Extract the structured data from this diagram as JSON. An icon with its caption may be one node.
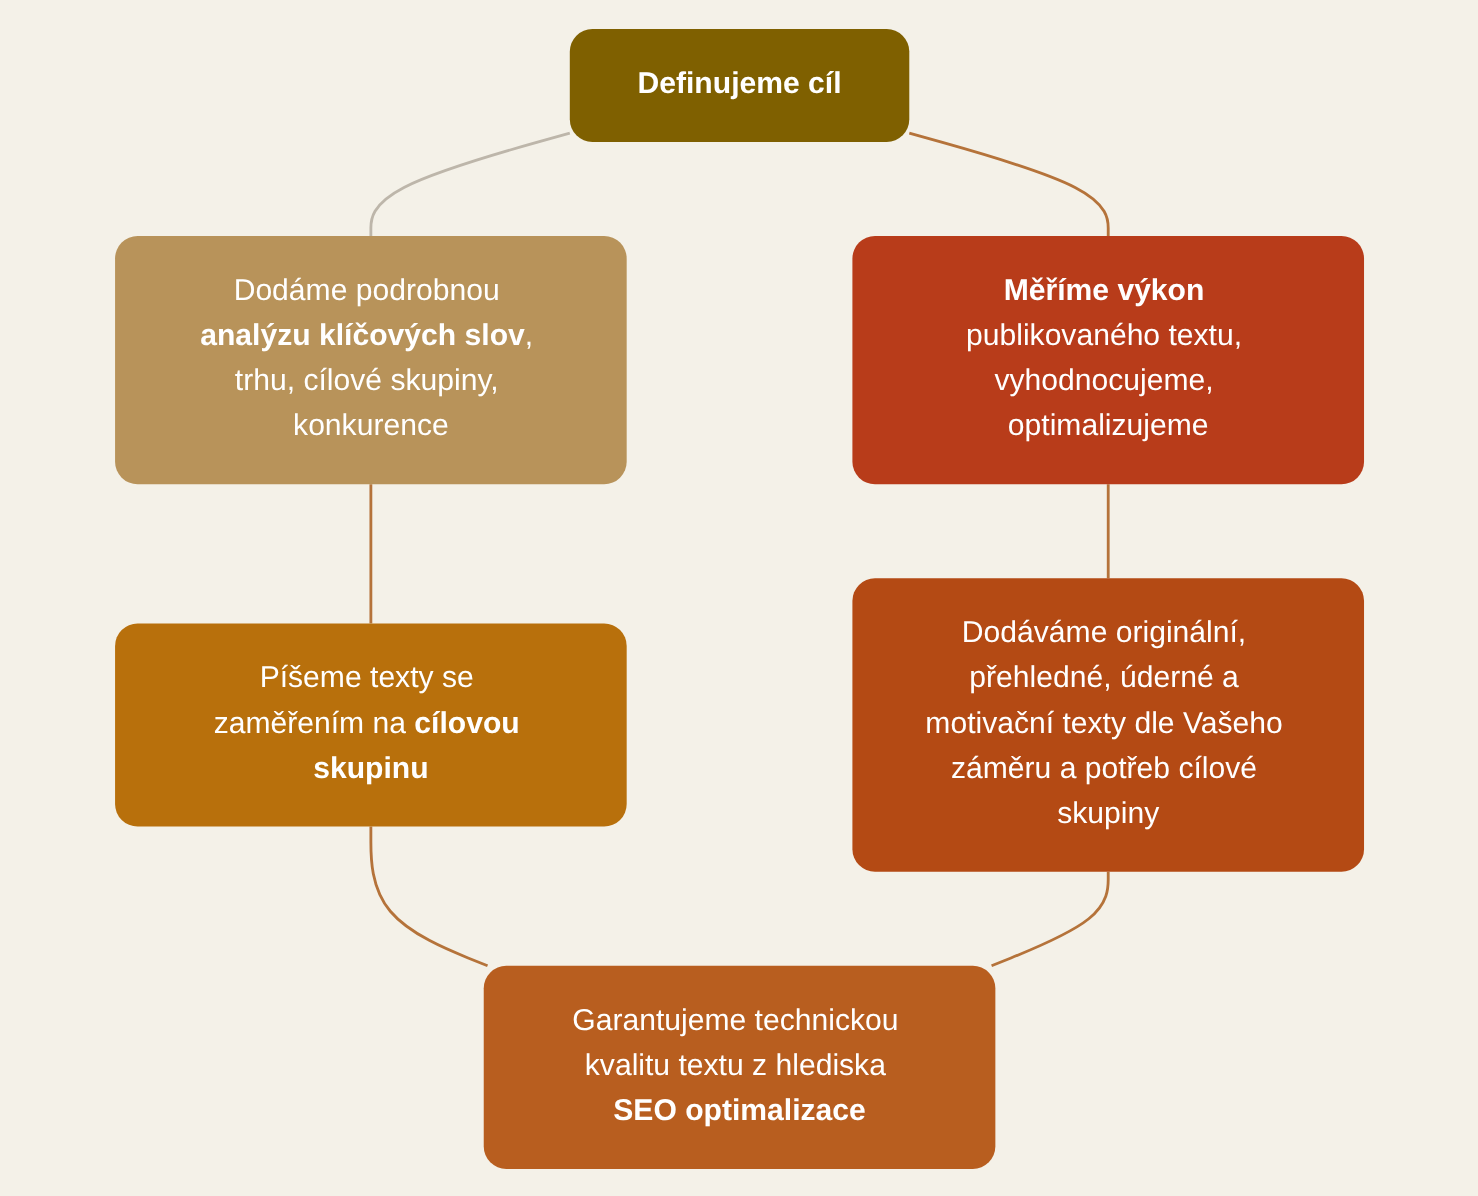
{
  "diagram": {
    "nodes": [
      {
        "text": [
          "Definujeme cíl"
        ]
      },
      {
        "text": [
          "Dodáme podrobnou **analýzu klíčových slov**, trhu, cílové skupiny, konkurence"
        ]
      },
      {
        "text": [
          "Píšeme texty se zaměřením na **cílovou skupinu**"
        ]
      },
      {
        "text": [
          "Garantujeme technickou kvalitu textu z hlediska **SEO optimalizace**"
        ]
      },
      {
        "text": [
          "Dodáváme originální, přehledné, úderné a motivační texty dle Vašeho záměru a potřeb cílové skupiny"
        ]
      },
      {
        "text": [
          "**Měříme výkon** publikovaného textu, vyhodnocujeme, optimalizujeme"
        ]
      }
    ],
    "edges": [
      {
        "from": 0,
        "to": 1,
        "arrow": "none",
        "color": "#bdb6aa"
      },
      {
        "from": 1,
        "to": 2,
        "arrow": "none"
      },
      {
        "from": 2,
        "to": 3,
        "arrow": "none"
      },
      {
        "from": 0,
        "to": 5,
        "arrow": "none"
      },
      {
        "from": 5,
        "to": 4,
        "arrow": "none"
      },
      {
        "from": 4,
        "to": 3,
        "arrow": "none"
      }
    ]
  }
}
